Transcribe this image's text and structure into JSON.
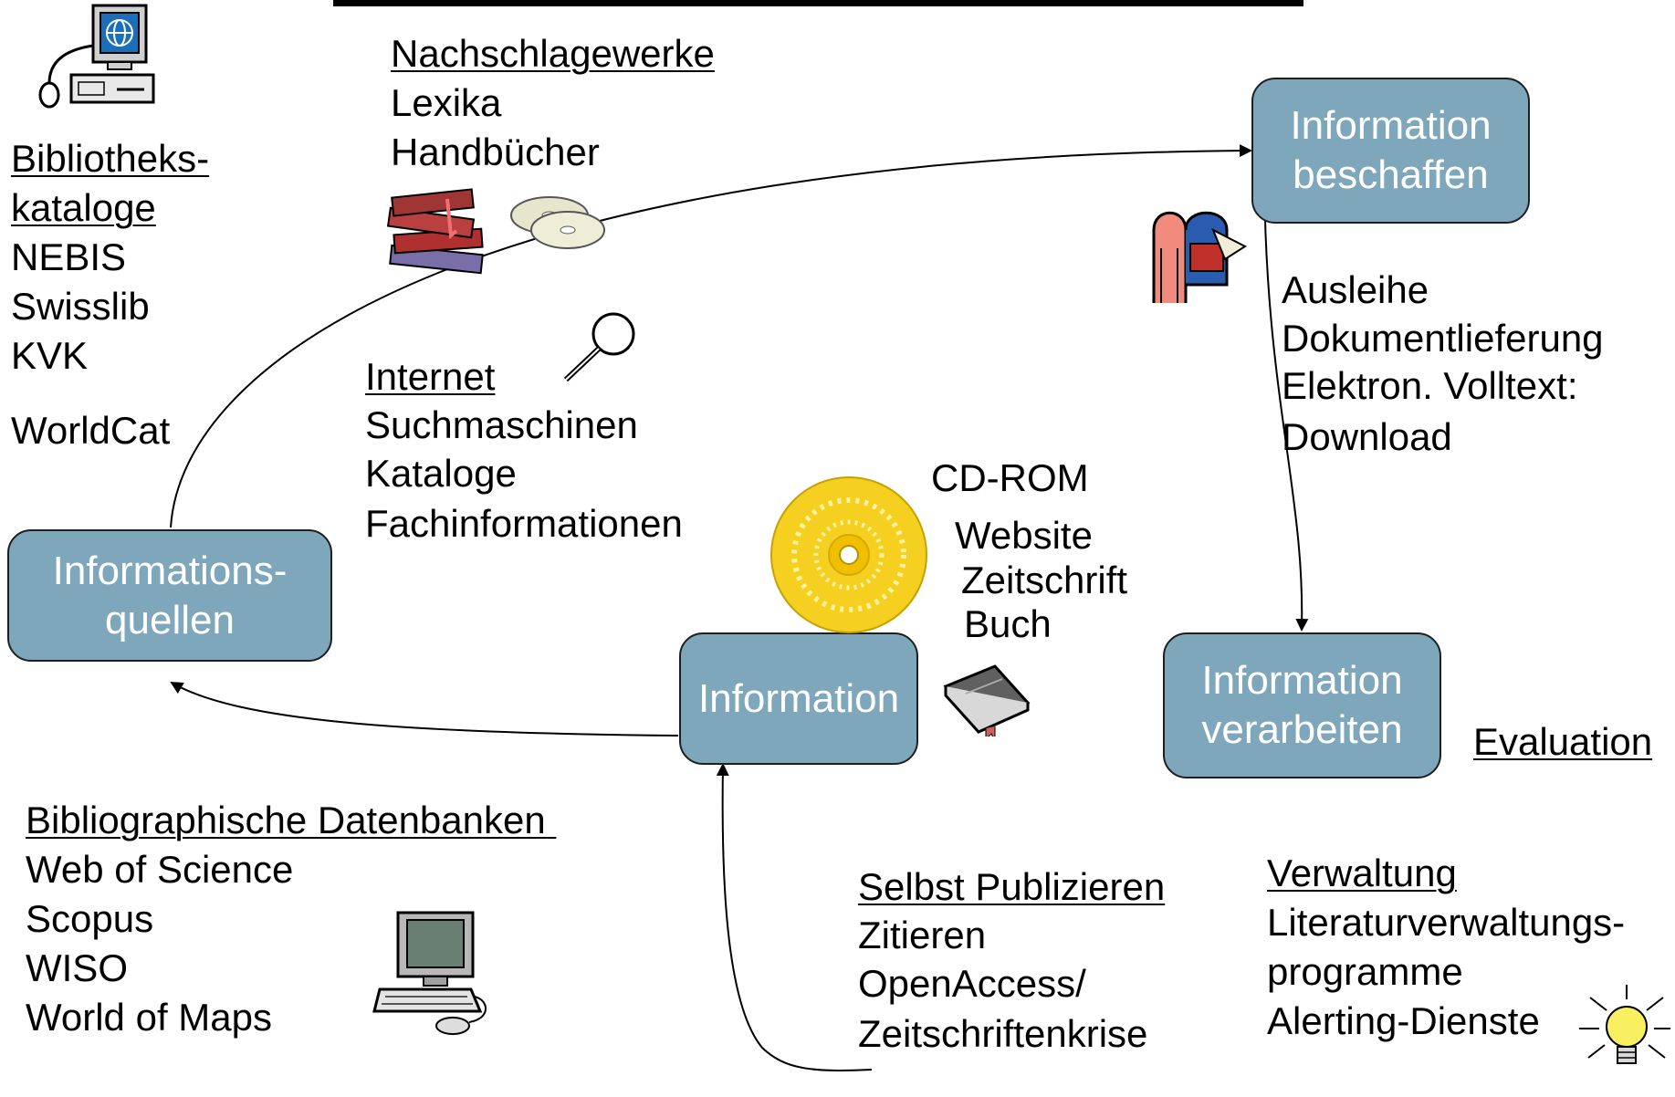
{
  "nodes": {
    "quellen": [
      "Informations-",
      "quellen"
    ],
    "beschaffen": [
      "Information",
      "beschaffen"
    ],
    "verarbeiten": [
      "Information",
      "verarbeiten"
    ],
    "information": "Information"
  },
  "catalogs": {
    "heading": [
      "Bibliotheks-",
      "kataloge"
    ],
    "items": [
      "NEBIS",
      "Swisslib",
      "KVK",
      "WorldCat"
    ]
  },
  "reference": {
    "heading": "Nachschlagewerke",
    "items": [
      "Lexika",
      "Handbücher"
    ]
  },
  "internet": {
    "heading": "Internet",
    "items": [
      "Suchmaschinen",
      "Kataloge",
      "Fachinformationen"
    ]
  },
  "procurement": {
    "items": [
      "Ausleihe",
      "Dokumentlieferung",
      "Elektron. Volltext:",
      "Download"
    ]
  },
  "media": {
    "items": [
      "CD-ROM",
      "Website",
      "Zeitschrift",
      "Buch"
    ]
  },
  "evaluation": "Evaluation",
  "databases": {
    "heading": "Bibliographische Datenbanken ",
    "items": [
      "Web of Science",
      "Scopus",
      "WISO",
      "World of Maps"
    ]
  },
  "publishing": {
    "heading": "Selbst Publizieren",
    "items": [
      "Zitieren",
      "OpenAccess/",
      "Zeitschriftenkrise"
    ]
  },
  "management": {
    "heading": "Verwaltung",
    "items": [
      "Literaturverwaltungs-",
      "programme",
      "Alerting-Dienste"
    ]
  },
  "colors": {
    "node_fill": "#7fa7bb",
    "node_text": "#ffffff",
    "cd_gold": "#f5d020"
  },
  "icons": [
    "computer-terminal-icon",
    "books-icon",
    "cd-discs-icon",
    "magnifier-icon",
    "mailbox-icon",
    "cd-rom-icon",
    "book-icon",
    "desktop-computer-icon",
    "lightbulb-icon"
  ]
}
